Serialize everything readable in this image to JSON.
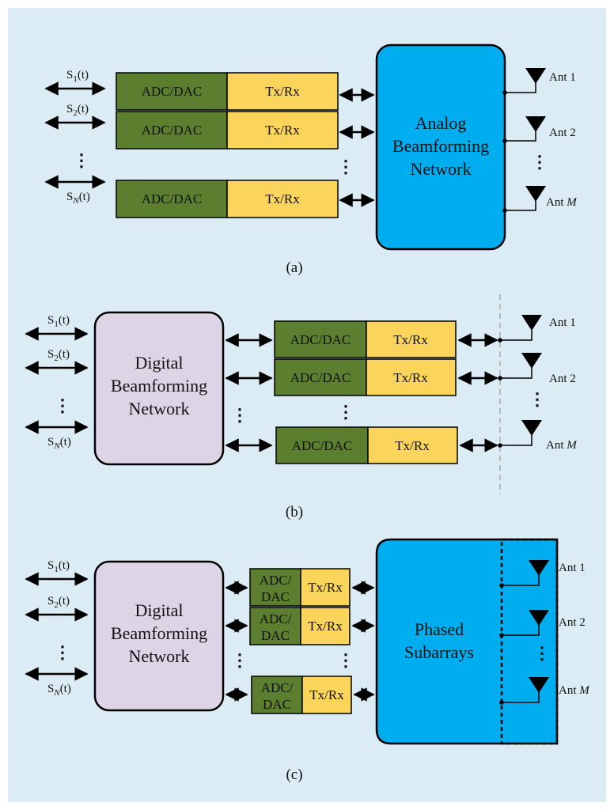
{
  "labels": {
    "adc_dac": "ADC/DAC",
    "adc_split_1": "ADC/",
    "adc_split_2": "DAC",
    "tx_rx": "Tx/Rx",
    "signal_prefix": "S",
    "signal_sub_1": "1",
    "signal_sub_2": "2",
    "signal_sub_n": "N",
    "signal_suffix": "(t)",
    "ant_prefix": "Ant",
    "ant_1": "1",
    "ant_2": "2",
    "ant_m": "M",
    "vdots": "⋮"
  },
  "panel_a": {
    "caption": "(a)",
    "network_line1": "Analog",
    "network_line2": "Beamforming",
    "network_line3": "Network"
  },
  "panel_b": {
    "caption": "(b)",
    "network_line1": "Digital",
    "network_line2": "Beamforming",
    "network_line3": "Network"
  },
  "panel_c": {
    "caption": "(c)",
    "digital_line1": "Digital",
    "digital_line2": "Beamforming",
    "digital_line3": "Network",
    "phased_line1": "Phased",
    "phased_line2": "Subarrays"
  },
  "colors": {
    "background": "#dcecf4",
    "adc_green": "#5b7f2e",
    "txrx_yellow": "#fbd45c",
    "analog_blue": "#00aeef",
    "digital_lavender": "#ddd4e6"
  }
}
